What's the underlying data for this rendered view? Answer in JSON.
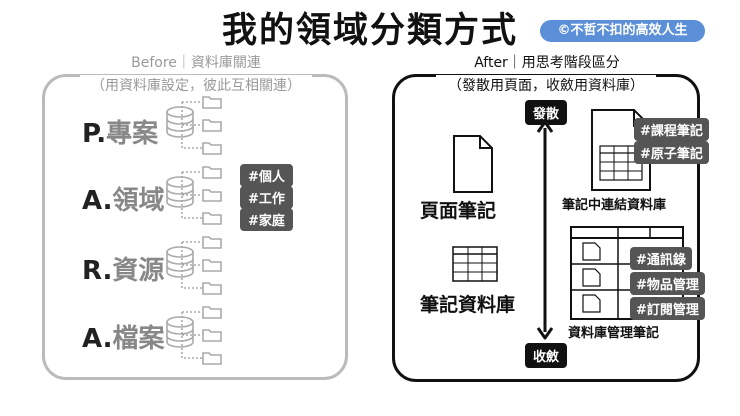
{
  "title": "我的領域分類方式",
  "badge": "©不哲不扣的高效人生",
  "before": {
    "header": "Before｜資料庫關連",
    "subheader": "（用資料庫設定，彼此互相關連）",
    "rows": [
      {
        "letter": "P.",
        "name": "專案"
      },
      {
        "letter": "A.",
        "name": "領域"
      },
      {
        "letter": "R.",
        "name": "資源"
      },
      {
        "letter": "A.",
        "name": "檔案"
      }
    ],
    "tags": [
      "#個人",
      "#工作",
      "#家庭"
    ]
  },
  "after": {
    "header": "After｜用思考階段區分",
    "subheader": "（發散用頁面，收斂用資料庫）",
    "diverge": "發散",
    "converge": "收斂",
    "page_note": "頁面筆記",
    "db_note": "筆記資料庫",
    "linked_db": "筆記中連結資料庫",
    "linked_tags": [
      "#課程筆記",
      "#原子筆記"
    ],
    "mgmt_db": "資料庫管理筆記",
    "mgmt_tags": [
      "#通訊錄",
      "#物品管理",
      "#訂閱管理"
    ]
  }
}
